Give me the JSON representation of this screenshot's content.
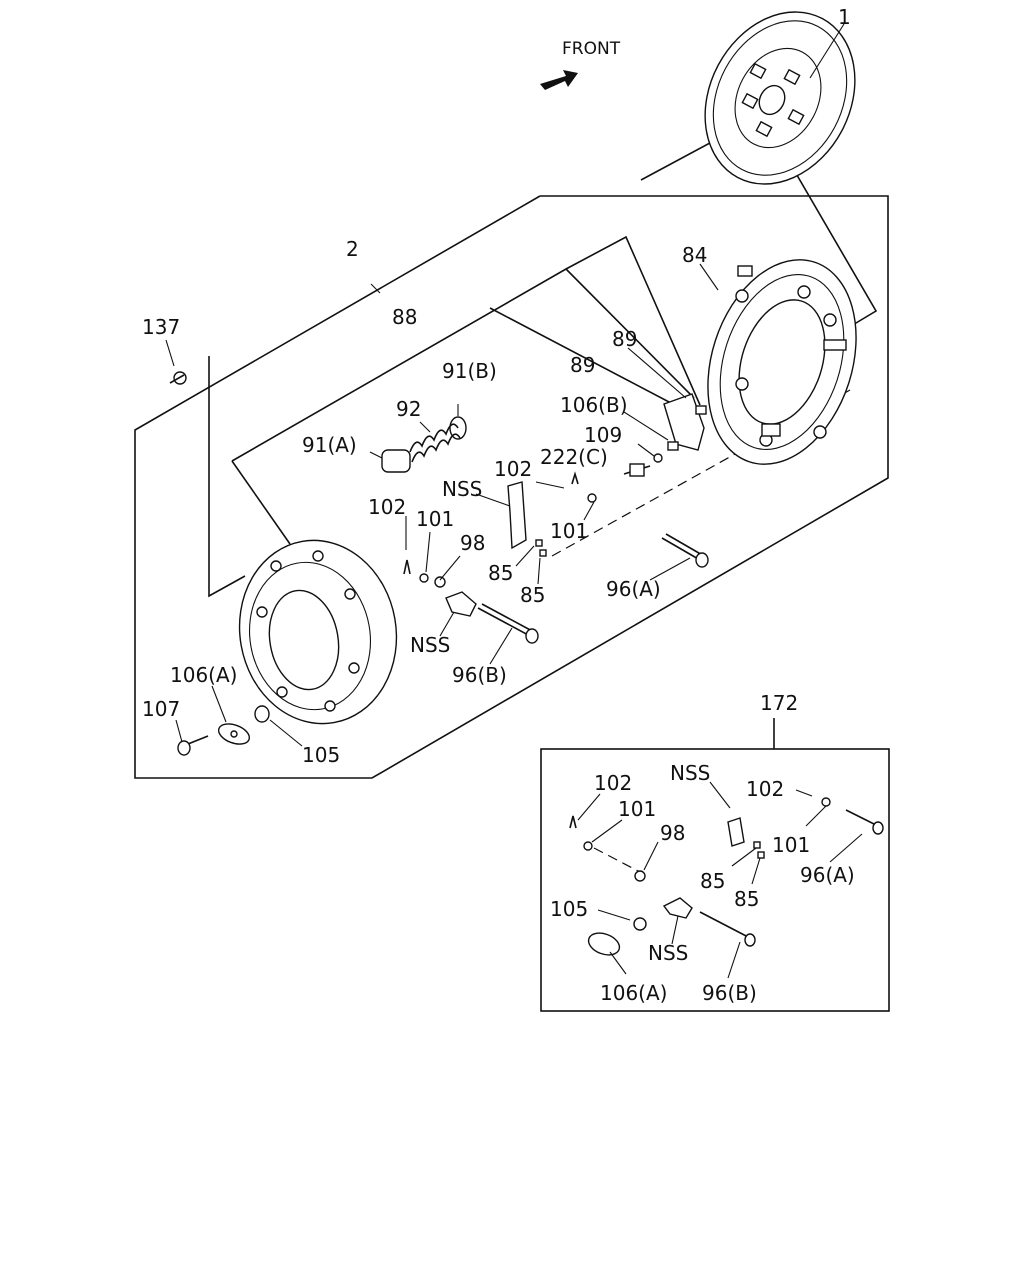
{
  "direction": {
    "label": "FRONT"
  },
  "main_labels": [
    {
      "id": "l1",
      "text": "1"
    },
    {
      "id": "l2",
      "text": "2"
    },
    {
      "id": "l84",
      "text": "84"
    },
    {
      "id": "l88",
      "text": "88"
    },
    {
      "id": "l89a",
      "text": "89"
    },
    {
      "id": "l89b",
      "text": "89"
    },
    {
      "id": "l137",
      "text": "137"
    },
    {
      "id": "l91b",
      "text": "91(B)"
    },
    {
      "id": "l92",
      "text": "92"
    },
    {
      "id": "l91a",
      "text": "91(A)"
    },
    {
      "id": "l106b",
      "text": "106(B)"
    },
    {
      "id": "l109",
      "text": "109"
    },
    {
      "id": "l222c",
      "text": "222(C)"
    },
    {
      "id": "l102a",
      "text": "102"
    },
    {
      "id": "lnss1",
      "text": "NSS"
    },
    {
      "id": "l102b",
      "text": "102"
    },
    {
      "id": "l101a",
      "text": "101"
    },
    {
      "id": "l101b",
      "text": "101"
    },
    {
      "id": "l98",
      "text": "98"
    },
    {
      "id": "l85a",
      "text": "85"
    },
    {
      "id": "l85b",
      "text": "85"
    },
    {
      "id": "l96a",
      "text": "96(A)"
    },
    {
      "id": "lnss2",
      "text": "NSS"
    },
    {
      "id": "l96b",
      "text": "96(B)"
    },
    {
      "id": "l106a",
      "text": "106(A)"
    },
    {
      "id": "l107",
      "text": "107"
    },
    {
      "id": "l105",
      "text": "105"
    }
  ],
  "kit_labels": [
    {
      "id": "k172",
      "text": "172"
    },
    {
      "id": "k102a",
      "text": "102"
    },
    {
      "id": "knss1",
      "text": "NSS"
    },
    {
      "id": "k102b",
      "text": "102"
    },
    {
      "id": "k101a",
      "text": "101"
    },
    {
      "id": "k98",
      "text": "98"
    },
    {
      "id": "k101b",
      "text": "101"
    },
    {
      "id": "k85a",
      "text": "85"
    },
    {
      "id": "k96a",
      "text": "96(A)"
    },
    {
      "id": "k85b",
      "text": "85"
    },
    {
      "id": "k105",
      "text": "105"
    },
    {
      "id": "knss2",
      "text": "NSS"
    },
    {
      "id": "k106a",
      "text": "106(A)"
    },
    {
      "id": "k96b",
      "text": "96(B)"
    }
  ]
}
